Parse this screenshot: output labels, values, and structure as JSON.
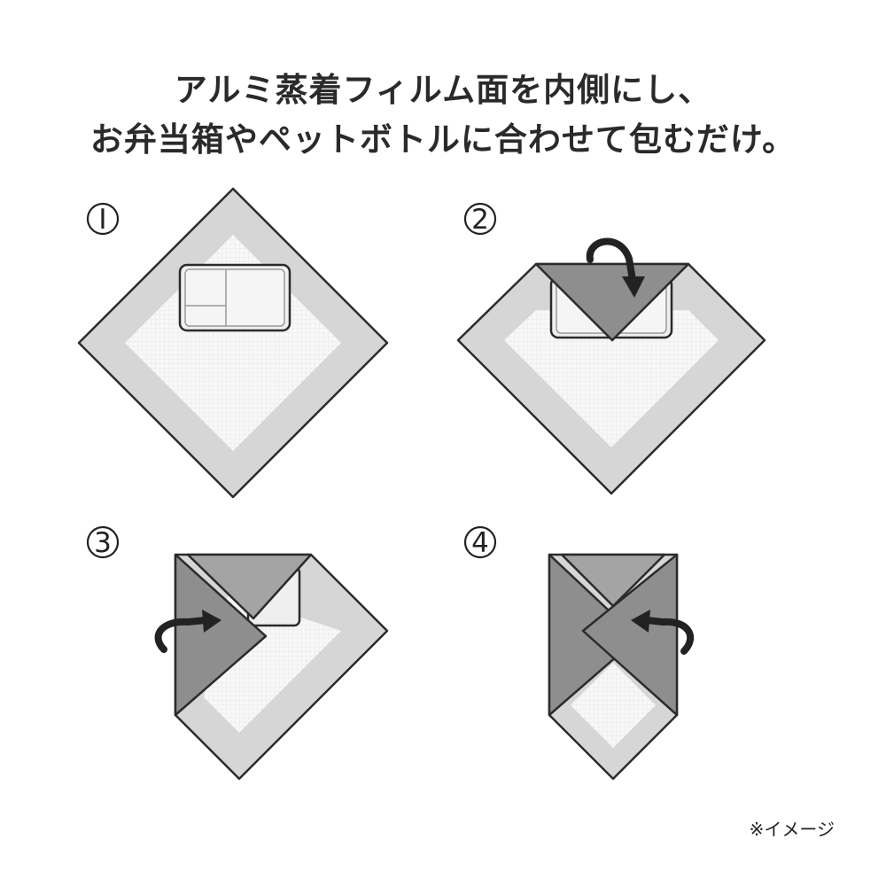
{
  "headline": {
    "line1": "アルミ蒸着フィルム面を内側にし、",
    "line2": "お弁当箱やペットボトルに合わせて包むだけ。"
  },
  "steps": [
    {
      "number": "Ⅰ"
    },
    {
      "number": "2"
    },
    {
      "number": "3"
    },
    {
      "number": "4"
    }
  ],
  "note": "※イメージ",
  "colors": {
    "outline": "#2b2b2b",
    "border_light": "#d6d6d6",
    "inner_film": "#f7f7f7",
    "fold_dark": "#8e8e8e",
    "fold_mid": "#a4a4a4",
    "box_fill": "#efefef"
  }
}
